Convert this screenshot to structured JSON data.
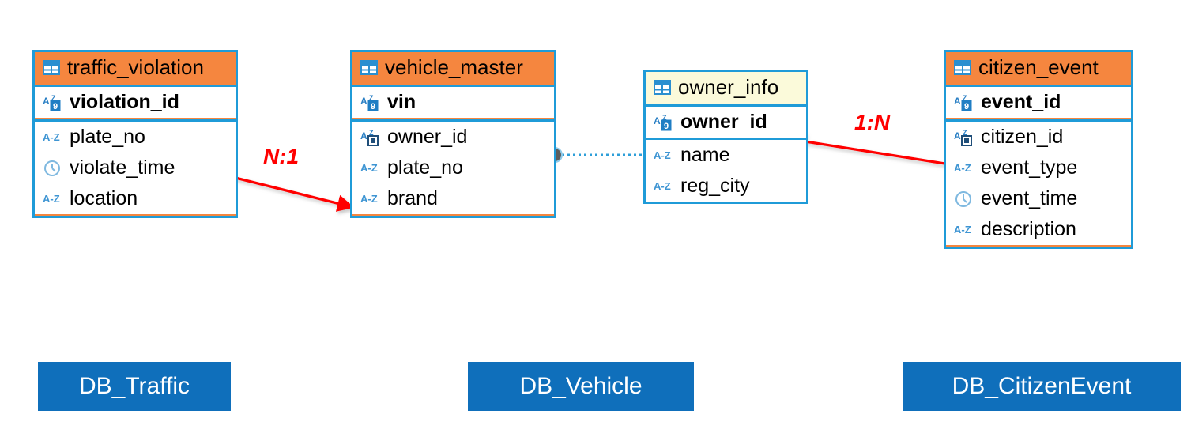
{
  "diagram": {
    "type": "entity-relationship-diagram",
    "colors": {
      "table_border": "#1f9bd8",
      "header_orange": "#f5863f",
      "header_cream": "#fbfada",
      "db_label_blue": "#0f6fbb",
      "relationship_red": "#ff0000",
      "connector_dot_gray": "#666666",
      "separator_orange": "#f5863f"
    },
    "tables": [
      {
        "name": "traffic_violation",
        "header_style": "orange",
        "icon": "table-icon",
        "primary_keys": [
          {
            "label": "violation_id",
            "icon": "primary-key-icon"
          }
        ],
        "fields": [
          {
            "label": "plate_no",
            "icon": "text-az-icon"
          },
          {
            "label": "violate_time",
            "icon": "clock-icon"
          },
          {
            "label": "location",
            "icon": "text-az-icon"
          }
        ]
      },
      {
        "name": "vehicle_master",
        "header_style": "orange",
        "icon": "table-icon",
        "primary_keys": [
          {
            "label": "vin",
            "icon": "primary-key-icon"
          }
        ],
        "fields": [
          {
            "label": "owner_id",
            "icon": "foreign-key-icon"
          },
          {
            "label": "plate_no",
            "icon": "text-az-icon"
          },
          {
            "label": "brand",
            "icon": "text-az-icon"
          }
        ]
      },
      {
        "name": "owner_info",
        "header_style": "cream",
        "icon": "table-icon",
        "primary_keys": [
          {
            "label": "owner_id",
            "icon": "primary-key-icon"
          }
        ],
        "fields": [
          {
            "label": "name",
            "icon": "text-az-icon"
          },
          {
            "label": "reg_city",
            "icon": "text-az-icon"
          }
        ]
      },
      {
        "name": "citizen_event",
        "header_style": "orange",
        "icon": "table-icon",
        "primary_keys": [
          {
            "label": "event_id",
            "icon": "primary-key-icon"
          }
        ],
        "fields": [
          {
            "label": "citizen_id",
            "icon": "foreign-key-icon"
          },
          {
            "label": "event_type",
            "icon": "text-az-icon"
          },
          {
            "label": "event_time",
            "icon": "clock-icon"
          },
          {
            "label": "description",
            "icon": "text-az-icon"
          }
        ]
      }
    ],
    "relationships": [
      {
        "label": "N:1",
        "from_table": "traffic_violation",
        "from_field": "plate_no",
        "to_table": "vehicle_master",
        "to_field": "plate_no",
        "style": "red-arrow"
      },
      {
        "label": "1:N",
        "from_table": "citizen_event",
        "from_field": "citizen_id",
        "to_table": "owner_info",
        "to_field": "owner_id",
        "style": "red-arrow"
      },
      {
        "label": "",
        "from_table": "vehicle_master",
        "to_table": "owner_info",
        "style": "blue-dotted-connector"
      }
    ],
    "db_labels": [
      {
        "label": "DB_Traffic"
      },
      {
        "label": "DB_Vehicle"
      },
      {
        "label": "DB_CitizenEvent"
      }
    ]
  }
}
